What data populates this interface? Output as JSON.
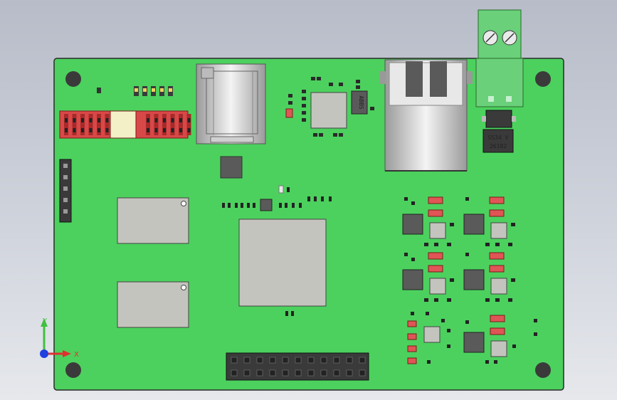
{
  "viewport": {
    "background": "#c9cdd6"
  },
  "board": {
    "pcb_color": "#4cd15e",
    "pcb_edge": "#2a2a2a",
    "chip_color": "#c4c4be",
    "chip_dark": "#5a5a5a",
    "header_color": "#3a3a3a",
    "resistor_color": "#e05555",
    "terminal_color": "#6ad07a",
    "led_color": "#f0d060"
  },
  "diode_marking": {
    "line1": "SS34 V",
    "line2": "26182"
  },
  "crystal_marking": {
    "text": "ABBS"
  },
  "axis_triad": {
    "x_label": "X",
    "y_label": "Y",
    "x_color": "#e03030",
    "y_color": "#40c040",
    "z_color": "#2040e0"
  }
}
